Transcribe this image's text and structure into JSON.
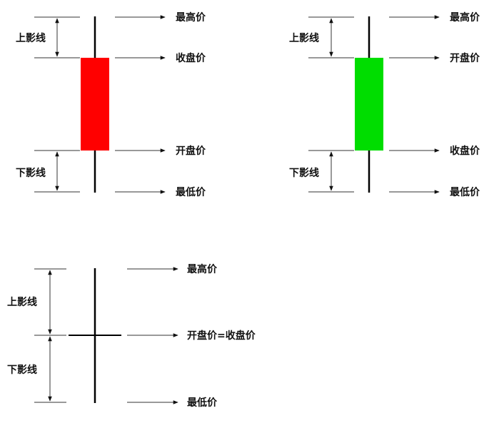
{
  "colors": {
    "up": "#ff0000",
    "down": "#00dd00",
    "line": "#000000"
  },
  "candles": [
    {
      "name": "up-candle",
      "upper_shadow": "上影线",
      "lower_shadow": "下影线",
      "labels": [
        "最高价",
        "收盘价",
        "开盘价",
        "最低价"
      ]
    },
    {
      "name": "down-candle",
      "upper_shadow": "上影线",
      "lower_shadow": "下影线",
      "labels": [
        "最高价",
        "开盘价",
        "收盘价",
        "最低价"
      ]
    },
    {
      "name": "doji-candle",
      "upper_shadow": "上影线",
      "lower_shadow": "下影线",
      "labels": [
        "最高价",
        "开盘价=收盘价",
        "最低价"
      ]
    }
  ]
}
